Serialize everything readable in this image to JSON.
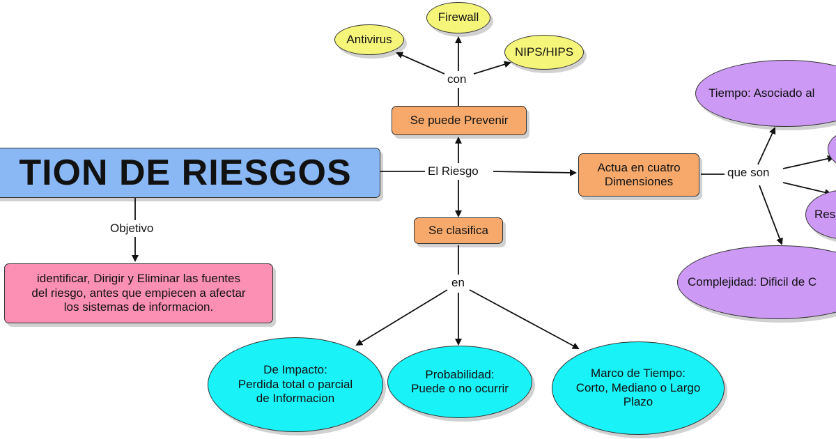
{
  "colors": {
    "yellow": "#f5f57a",
    "orange": "#f7a96c",
    "blue": "#89b8f5",
    "pink": "#fb8fb4",
    "cyan": "#19f2f6",
    "purple": "#cc99f5",
    "line": "#111111"
  },
  "nodes": {
    "title": "TION DE RIESGOS",
    "objetivo_text": "identificar, Dirigir y Eliminar las fuentes\ndel riesgo, antes que empiecen a afectar\nlos sistemas de informacion.",
    "prevenir": "Se puede Prevenir",
    "firewall": "Firewall",
    "antivirus": "Antivirus",
    "nips": "NIPS/HIPS",
    "clasifica": "Se clasifica",
    "impacto": "De Impacto:\nPerdida total o parcial\nde Informacion",
    "probabilidad": "Probabilidad:\nPuede o no ocurrir",
    "marco": "Marco de Tiempo:\nCorto, Mediano o Largo\nPlazo",
    "actua": "Actua en cuatro\nDimensiones",
    "tiempo": "Tiempo: Asociado al",
    "res": "Res",
    "complejidad": "Complejidad: Dificil de C"
  },
  "links": {
    "el_riesgo": "El Riesgo",
    "objetivo": "Objetivo",
    "con": "con",
    "en": "en",
    "que_son": "que son"
  }
}
